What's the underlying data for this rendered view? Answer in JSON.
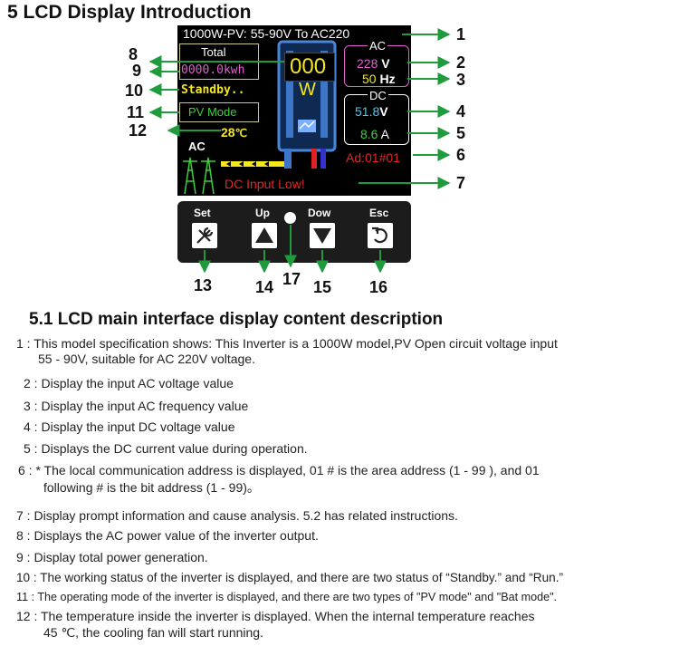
{
  "section_title": "5  LCD Display Introduction",
  "lcd": {
    "header": "1000W-PV: 55-90V To AC220",
    "total_label": "Total",
    "total_value": "0000.0kwh",
    "status": "Standby..",
    "mode": "PV Mode",
    "temperature": "28",
    "temp_unit": "℃",
    "power_value": "000",
    "power_unit": "W",
    "ac_label": "AC",
    "ac_voltage": "228",
    "ac_voltage_unit": "V",
    "ac_freq": "50",
    "ac_freq_unit": "Hz",
    "dc_label": "DC",
    "dc_voltage": "51.8",
    "dc_voltage_unit": "V",
    "dc_current": "8.6",
    "dc_current_unit": "A",
    "address": "Ad:01#01",
    "ac_tower_label": "AC",
    "prompt": "DC Input Low!"
  },
  "keypad": {
    "set": "Set",
    "up": "Up",
    "down": "Dow",
    "esc": "Esc"
  },
  "callouts": [
    "1",
    "2",
    "3",
    "4",
    "5",
    "6",
    "7",
    "8",
    "9",
    "10",
    "11",
    "12",
    "13",
    "14",
    "15",
    "16",
    "17"
  ],
  "colors": {
    "arrow": "#1f9a3c",
    "lcd_bg": "#000000",
    "pink": "#e060d0",
    "yellow": "#f4e81a",
    "green": "#3cd03c",
    "cyan": "#44c8ff",
    "red": "#e82424"
  },
  "subsection_title": "5.1  LCD main interface display content description",
  "descriptions": [
    {
      "num": "1 :",
      "text": "This model specification shows: This Inverter  is a 1000W model,PV Open circuit voltage input",
      "cont": "55 - 90V, suitable for AC 220V voltage."
    },
    {
      "num": "2 :",
      "text": "Display the input AC voltage value"
    },
    {
      "num": "3 :",
      "text": "Display the input AC frequency value"
    },
    {
      "num": "4 :",
      "text": "Display the input DC voltage value"
    },
    {
      "num": "5 :",
      "text": "Displays the DC current value during operation."
    },
    {
      "num": "6 :",
      "text": " * The local communication address is displayed, 01 # is the area address (1 - 99 ), and 01",
      "cont": "following # is the bit address (1 - 99)。"
    },
    {
      "num": "7 :",
      "text": "Display prompt information and cause analysis. 5.2 has related instructions."
    },
    {
      "num": "8 :",
      "text": "Displays the AC power value of the inverter output."
    },
    {
      "num": "9 :",
      "text": "Display total power generation."
    },
    {
      "num": "10 :",
      "text": "The working status of the inverter is displayed, and there are two status of “Standby.” and “Run.”"
    },
    {
      "num": "11 :",
      "text": "The operating mode of the inverter is displayed, and there are two types of \"PV mode\" and \"Bat mode\"."
    },
    {
      "num": "12 :",
      "text": "The temperature inside the inverter is displayed. When the internal temperature reaches",
      "cont": "45 ℃, the cooling fan will start running."
    }
  ]
}
